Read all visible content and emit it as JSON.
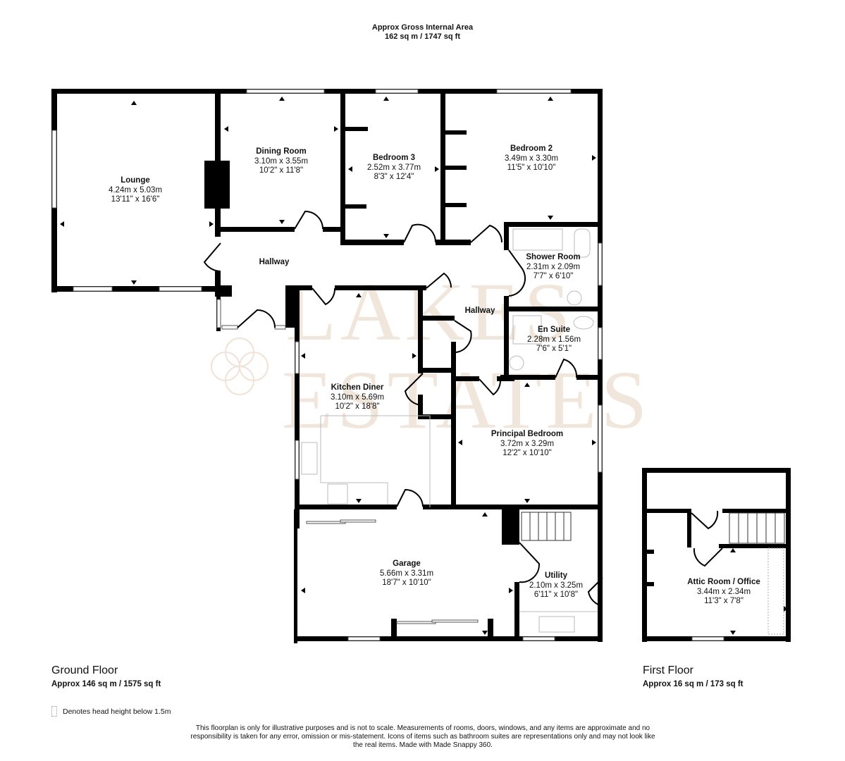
{
  "header": {
    "title": "Approx Gross Internal Area",
    "area": "162 sq m / 1747 sq ft"
  },
  "watermark": {
    "line1": "LAKES",
    "line2": "ESTATES"
  },
  "ground_floor": {
    "title": "Ground Floor",
    "area": "Approx 146 sq m / 1575 sq ft",
    "rooms": [
      {
        "name": "Lounge",
        "metric": "4.24m x 5.03m",
        "imperial": "13'11\" x 16'6\""
      },
      {
        "name": "Dining Room",
        "metric": "3.10m x 3.55m",
        "imperial": "10'2\" x 11'8\""
      },
      {
        "name": "Bedroom 3",
        "metric": "2.52m x 3.77m",
        "imperial": "8'3\" x 12'4\""
      },
      {
        "name": "Bedroom 2",
        "metric": "3.49m x 3.30m",
        "imperial": "11'5\" x 10'10\""
      },
      {
        "name": "Shower Room",
        "metric": "2.31m x 2.09m",
        "imperial": "7'7\" x 6'10\""
      },
      {
        "name": "En Suite",
        "metric": "2.28m x 1.56m",
        "imperial": "7'6\" x 5'1\""
      },
      {
        "name": "Kitchen Diner",
        "metric": "3.10m x 5.69m",
        "imperial": "10'2\" x 18'8\""
      },
      {
        "name": "Principal Bedroom",
        "metric": "3.72m x 3.29m",
        "imperial": "12'2\" x 10'10\""
      },
      {
        "name": "Garage",
        "metric": "5.66m x 3.31m",
        "imperial": "18'7\" x 10'10\""
      },
      {
        "name": "Utility",
        "metric": "2.10m x 3.25m",
        "imperial": "6'11\" x 10'8\""
      }
    ],
    "hallways": [
      "Hallway",
      "Hallway"
    ]
  },
  "first_floor": {
    "title": "First Floor",
    "area": "Approx 16 sq m / 173 sq ft",
    "rooms": [
      {
        "name": "Attic Room / Office",
        "metric": "3.44m x 2.34m",
        "imperial": "11'3\" x 7'8\""
      }
    ]
  },
  "legend": {
    "text": "Denotes head height below 1.5m"
  },
  "disclaimer": "This floorplan is only for illustrative purposes and is not to scale. Measurements of rooms, doors, windows, and any items are approximate and no responsibility is taken for any error, omission or mis-statement. Icons of items such as bathroom suites are representations only and may not look like the real items. Made with Made Snappy 360."
}
